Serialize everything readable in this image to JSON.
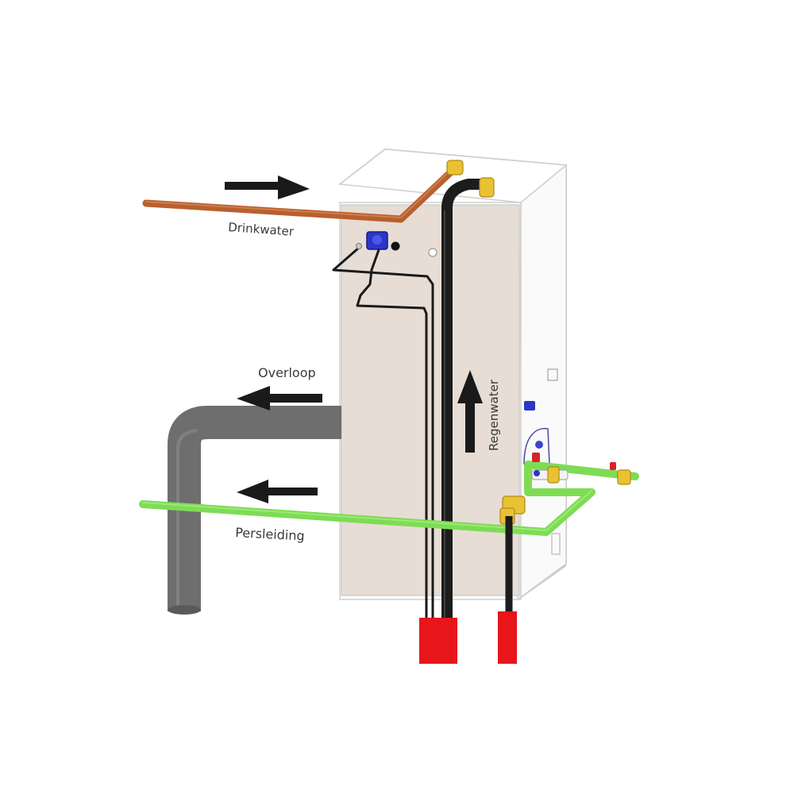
{
  "labels": {
    "drinkwater": "Drinkwater",
    "overloop": "Overloop",
    "persleiding": "Persleiding",
    "regenwater": "Regenwater"
  },
  "colors": {
    "drinkwater_pipe": "#b8602e",
    "overflow_pipe": "#6e6e6e",
    "pressure_pipe": "#7ddc54",
    "rainwater_pipe": "#1c1c1c",
    "ground_block": "#e8151b",
    "tank_front": "#e7ddd5",
    "unit_outline": "#c9c9c9",
    "valve_yellow": "#e9c234",
    "connector_blue": "#2a36c9"
  }
}
